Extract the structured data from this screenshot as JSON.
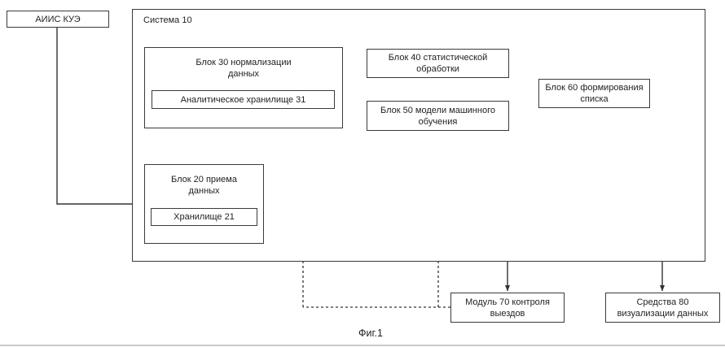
{
  "diagram": {
    "caption": "Фиг.1",
    "colors": {
      "line": "#333333",
      "text": "#1f1f1f",
      "background": "#ffffff"
    },
    "blocks": {
      "source": {
        "lines": [
          "АИИС КУЭ"
        ]
      },
      "system": {
        "label": "Система 10"
      },
      "block30": {
        "lines": [
          "Блок 30 нормализации",
          "данных"
        ]
      },
      "storage31": {
        "lines": [
          "Аналитическое хранилище 31"
        ]
      },
      "block20": {
        "lines": [
          "Блок 20 приема",
          "данных"
        ]
      },
      "storage21": {
        "lines": [
          "Хранилище 21"
        ]
      },
      "block40": {
        "lines": [
          "Блок 40 статистической",
          "обработки"
        ]
      },
      "block50": {
        "lines": [
          "Блок 50 модели машинного",
          "обучения"
        ]
      },
      "block60": {
        "lines": [
          "Блок 60 формирования",
          "списка"
        ]
      },
      "module70": {
        "lines": [
          "Модуль 70 контроля",
          "выездов"
        ]
      },
      "means80": {
        "lines": [
          "Средства 80",
          "визуализации данных"
        ]
      }
    }
  }
}
